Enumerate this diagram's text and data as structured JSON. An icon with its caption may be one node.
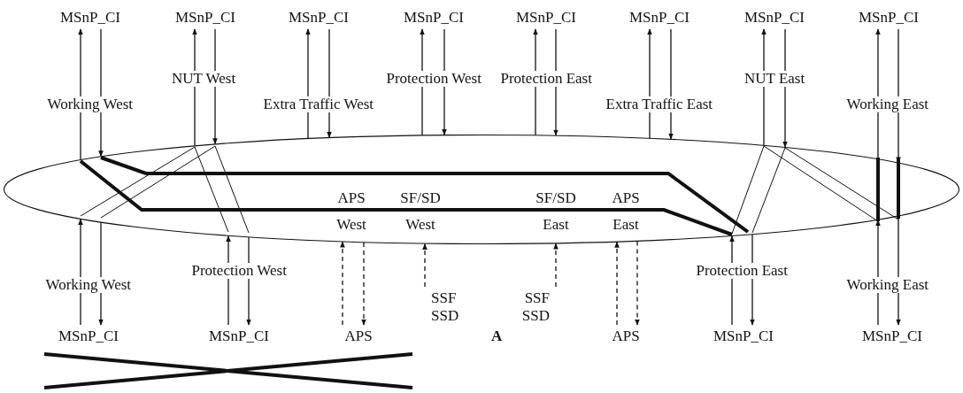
{
  "diagram": {
    "nodes": [
      {
        "text": [
          "APS West",
          "SF/SD West",
          "SF/SD East",
          "APS East"
        ]
      },
      {
        "text": [
          "MSnP_CI"
        ]
      },
      {
        "text": [
          "MSnP_CI"
        ]
      },
      {
        "text": [
          "MSnP_CI"
        ]
      },
      {
        "text": [
          "MSnP_CI"
        ]
      },
      {
        "text": [
          "MSnP_CI"
        ]
      },
      {
        "text": [
          "MSnP_CI"
        ]
      },
      {
        "text": [
          "MSnP_CI"
        ]
      },
      {
        "text": [
          "MSnP_CI"
        ]
      },
      {
        "text": [
          "MSnP_CI"
        ]
      },
      {
        "text": [
          "MSnP_CI"
        ]
      },
      {
        "text": [
          "APS"
        ]
      },
      {
        "text": [
          "SSF SSD"
        ]
      },
      {
        "text": [
          "SSF SSD"
        ]
      },
      {
        "text": [
          "APS"
        ]
      },
      {
        "text": [
          "MSnP_CI"
        ]
      },
      {
        "text": [
          "MSnP_CI"
        ]
      }
    ],
    "edges": [
      {
        "from": 0,
        "to": 1,
        "arrow": "to",
        "label": "Working West"
      },
      {
        "from": 1,
        "to": 0,
        "arrow": "to"
      },
      {
        "from": 0,
        "to": 2,
        "arrow": "to",
        "label": "NUT West"
      },
      {
        "from": 2,
        "to": 0,
        "arrow": "to"
      },
      {
        "from": 0,
        "to": 3,
        "arrow": "to",
        "label": "Extra Traffic West"
      },
      {
        "from": 3,
        "to": 0,
        "arrow": "to"
      },
      {
        "from": 0,
        "to": 4,
        "arrow": "to",
        "label": "Protection West"
      },
      {
        "from": 4,
        "to": 0,
        "arrow": "to"
      },
      {
        "from": 0,
        "to": 5,
        "arrow": "to",
        "label": "Protection East"
      },
      {
        "from": 5,
        "to": 0,
        "arrow": "to"
      },
      {
        "from": 0,
        "to": 6,
        "arrow": "to",
        "label": "Extra Traffic East"
      },
      {
        "from": 6,
        "to": 0,
        "arrow": "to"
      },
      {
        "from": 0,
        "to": 7,
        "arrow": "to",
        "label": "NUT East"
      },
      {
        "from": 7,
        "to": 0,
        "arrow": "to"
      },
      {
        "from": 0,
        "to": 8,
        "arrow": "to",
        "label": "Working East"
      },
      {
        "from": 8,
        "to": 0,
        "arrow": "to"
      },
      {
        "from": 9,
        "to": 0,
        "arrow": "to",
        "label": "Working West"
      },
      {
        "from": 0,
        "to": 9,
        "arrow": "to"
      },
      {
        "from": 10,
        "to": 0,
        "arrow": "to",
        "label": "Protection West"
      },
      {
        "from": 0,
        "to": 10,
        "arrow": "to"
      },
      {
        "from": 11,
        "to": 0,
        "arrow": "to",
        "style": "dashed"
      },
      {
        "from": 0,
        "to": 11,
        "arrow": "to",
        "style": "dashed"
      },
      {
        "from": 12,
        "to": 0,
        "arrow": "to",
        "style": "dashed"
      },
      {
        "from": 13,
        "to": 0,
        "arrow": "to",
        "style": "dashed"
      },
      {
        "from": 14,
        "to": 0,
        "arrow": "to",
        "style": "dashed"
      },
      {
        "from": 0,
        "to": 14,
        "arrow": "to",
        "style": "dashed"
      },
      {
        "from": 15,
        "to": 0,
        "arrow": "to",
        "label": "Protection East"
      },
      {
        "from": 0,
        "to": 15,
        "arrow": "to"
      },
      {
        "from": 16,
        "to": 0,
        "arrow": "to",
        "label": "Working East"
      },
      {
        "from": 0,
        "to": 16,
        "arrow": "to"
      }
    ],
    "labels": [
      "A"
    ]
  }
}
